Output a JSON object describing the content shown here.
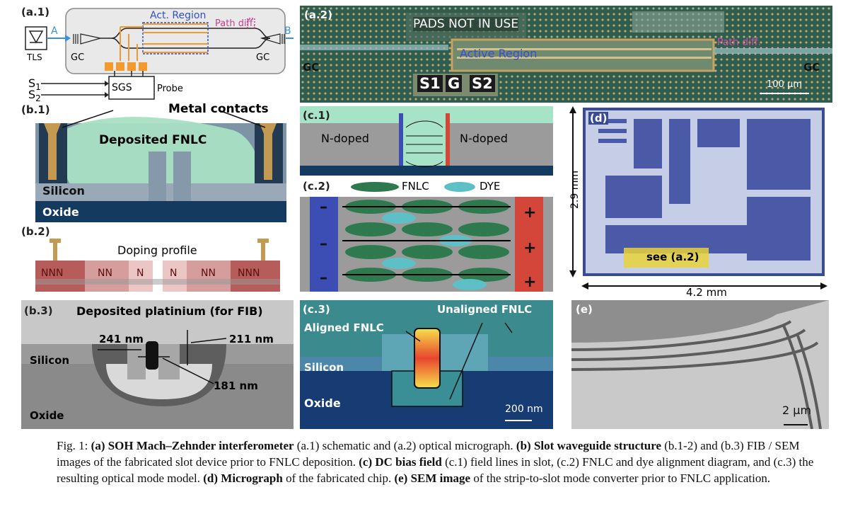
{
  "a1": {
    "tag": "(a.1)",
    "tls": "TLS",
    "gc_left": "GC",
    "gc_right": "GC",
    "act_region": "Act. Region",
    "path_diff": "Path diff.",
    "port_a": "A",
    "port_b": "B",
    "s1": "S",
    "s1_sub": "1",
    "s2": "S",
    "s2_sub": "2",
    "sgs": "SGS",
    "probe": "Probe"
  },
  "a2": {
    "tag": "(a.2)",
    "pads": "PADS NOT IN USE",
    "active": "Active Region",
    "path_diff": "Path diff.",
    "gc_left": "GC",
    "gc_right": "GC",
    "s1": "S1",
    "g": "G",
    "s2": "S2",
    "scale": "100 μm"
  },
  "b1": {
    "tag": "(b.1)",
    "metal": "Metal contacts",
    "fnlc": "Deposited FNLC",
    "silicon": "Silicon",
    "oxide": "Oxide"
  },
  "b2": {
    "tag": "(b.2)",
    "title": "Doping profile",
    "n3a": "NNN",
    "n2a": "NN",
    "n1a": "N",
    "n1b": "N",
    "n2b": "NN",
    "n3b": "NNN"
  },
  "b3": {
    "tag": "(b.3)",
    "title": "Deposited platinium (for FIB)",
    "d241": "241 nm",
    "d211": "211 nm",
    "d181": "181 nm",
    "silicon": "Silicon",
    "oxide": "Oxide"
  },
  "c1": {
    "tag": "(c.1)",
    "left": "N-doped",
    "right": "N-doped"
  },
  "c2": {
    "tag": "(c.2)",
    "fnlc": "FNLC",
    "dye": "DYE",
    "minus": "–",
    "plus": "+"
  },
  "c3": {
    "tag": "(c.3)",
    "aligned": "Aligned FNLC",
    "unaligned": "Unaligned FNLC",
    "silicon": "Silicon",
    "oxide": "Oxide",
    "scale": "200 nm"
  },
  "d": {
    "tag": "(d)",
    "see": "see (a.2)",
    "height": "2.9 mm",
    "width": "4.2 mm"
  },
  "e": {
    "tag": "(e)",
    "scale": "2 μm"
  },
  "caption": {
    "fig": "Fig. 1: ",
    "a_bold": "(a) SOH Mach–Zehnder interferometer",
    "a_text": " (a.1) schematic and (a.2) optical micrograph. ",
    "b_bold": "(b) Slot waveguide structure",
    "b_text": " (b.1-2) and (b.3) FIB / SEM images of the fabricated slot device prior to FNLC deposition. ",
    "c_bold": "(c) DC bias field",
    "c_text": " (c.1) field lines in slot, (c.2) FNLC and dye alignment diagram, and (c.3) the resulting optical mode model. ",
    "d_bold": "(d) Micrograph",
    "d_text": " of the fabricated chip. ",
    "e_bold": "(e) SEM image",
    "e_text": " of the strip-to-slot mode converter prior to FNLC application."
  }
}
